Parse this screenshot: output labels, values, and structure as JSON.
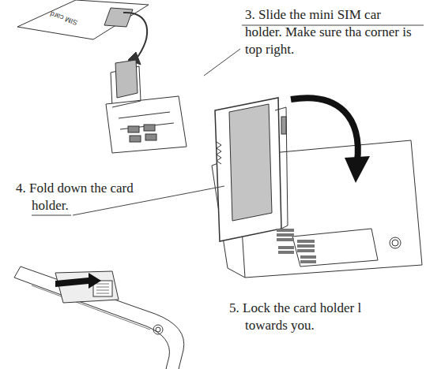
{
  "diagram": {
    "labels": [
      "SIM card",
      "3. Slide the mini SIM car holder. Make sure tha corner is top right.",
      "4. Fold down the card holder.",
      "5. Lock the card holder l towards you."
    ]
  }
}
